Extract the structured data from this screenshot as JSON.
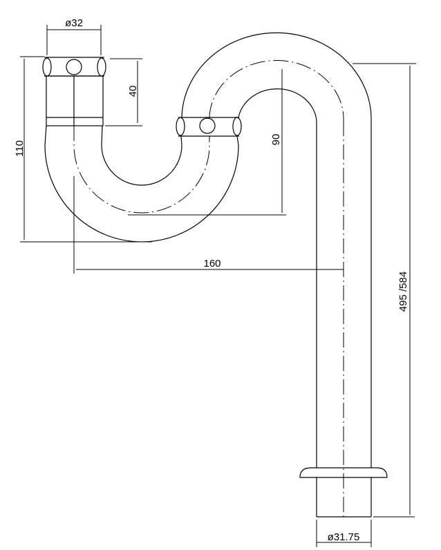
{
  "drawing": {
    "title": "S-trap pipe dimension drawing",
    "dimensions": {
      "top_nut_diameter": "ø32",
      "nut_height": "40",
      "total_trap_height": "110",
      "centerline_depth": "90",
      "horizontal_offset": "160",
      "vertical_length": "495 /584",
      "outlet_diameter": "ø31.75"
    }
  }
}
